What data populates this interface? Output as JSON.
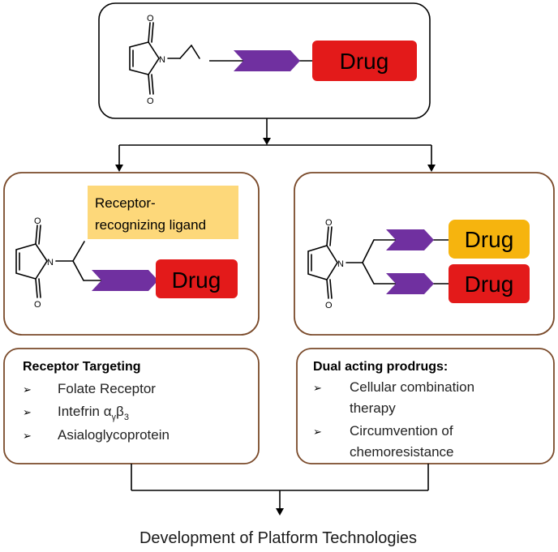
{
  "top": {
    "drug_label": "Drug"
  },
  "left_panel": {
    "ligand_line1": "Receptor-",
    "ligand_line2": "recognizing ligand",
    "drug_label": "Drug"
  },
  "right_panel": {
    "drug_label_top": "Drug",
    "drug_label_bottom": "Drug"
  },
  "atoms": {
    "oxygen": "O",
    "nitrogen": "N"
  },
  "receptor_targeting": {
    "heading": "Receptor Targeting",
    "bullet": "➢",
    "items": [
      {
        "text": "Folate Receptor"
      },
      {
        "text": "Intefrin α",
        "sub1": "γ",
        "mid": "β",
        "sub2": "3"
      },
      {
        "text": "Asialoglycoprotein"
      }
    ]
  },
  "dual_acting": {
    "heading": "Dual acting prodrugs:",
    "bullet": "➢",
    "items": [
      {
        "line1": "Cellular combination",
        "line2": "therapy"
      },
      {
        "line1": "Circumvention of",
        "line2": "chemoresistance"
      }
    ]
  },
  "footer": {
    "text": "Development of Platform Technologies"
  },
  "colors": {
    "linker_purple": "#7030a0",
    "drug_red": "#e31a1a",
    "drug_orange": "#f6b40e",
    "ligand_yellow": "#fdd87a",
    "panel_brown": "#7a4a2a"
  }
}
